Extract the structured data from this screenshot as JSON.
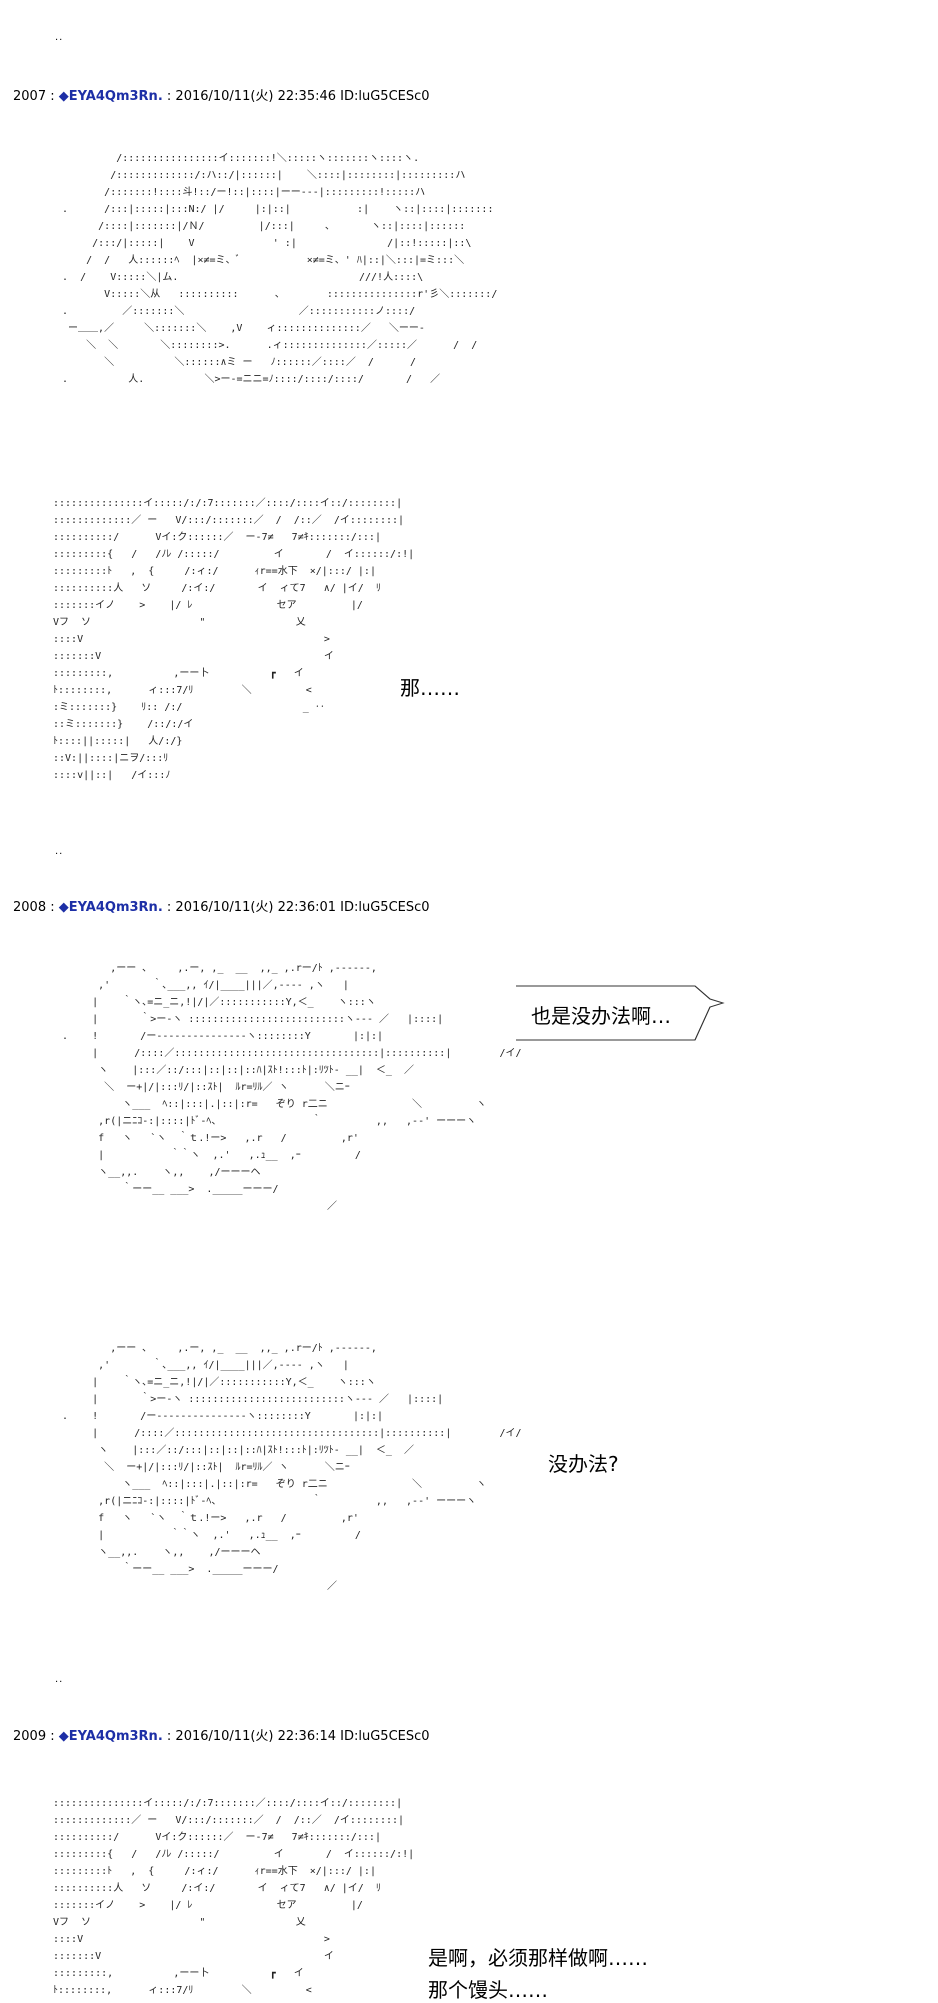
{
  "posts": [
    {
      "number": "2007",
      "sep": " : ",
      "trip": "EYA4Qm3Rn.",
      "sep2": " : ",
      "datetime": "2016/10/11(火) 22:35:46",
      "id": "ID:luG5CESc0"
    },
    {
      "number": "2008",
      "sep": " : ",
      "trip": "EYA4Qm3Rn.",
      "sep2": " : ",
      "datetime": "2016/10/11(火) 22:36:01",
      "id": "ID:luG5CESc0"
    },
    {
      "number": "2009",
      "sep": " : ",
      "trip": "EYA4Qm3Rn.",
      "sep2": " : ",
      "datetime": "2016/10/11(火) 22:36:14",
      "id": "ID:luG5CESc0"
    }
  ],
  "diamond": "◆",
  "dots": "..",
  "speech": {
    "that": "那……",
    "no_choice_bubble": "也是没办法啊…",
    "no_choice_q": "没办法?",
    "yes_line1": "是啊，必须那样做啊……",
    "yes_line2": "那个馒头……"
  },
  "aa": {
    "girl_face": "           /::::::::::::::::イ:::::::!＼:::::ヽ:::::::ヽ::::ヽ.\n          /:::::::::::::/:ハ::/|::::::|    ＼::::|::::::::|:::::::::ハ\n         /:::::::!::::斗!::/ー!::|::::|ーー‐‐-|:::::::::!:::::ハ\n  .      /:::|:::::|:::Ν:/ |/     |:|::|           :|    ヽ::|::::|:::::::\n        /::::|:::::::|/Ｎ/         |/:::|     、      ヽ::|::::|::::::\n       /:::/|:::::|    V             ' :|               /|::!:::::|::\\\n      /  /   人::::::ﾍ  |×≠=ミ、ﾞ           ×≠=ミ、' ﾊ|::|＼:::|=ミ:::＼\n  .  /    V:::::＼|ム.                              ///!人::::\\\n         V:::::＼从   ::::::::::      、       :::::::::::::::r'彡＼:::::::/\n  .         ／:::::::＼                   ／:::::::::::ノ::::/\n   ー＿＿,／     ＼:::::::＼    ,V    ィ::::::::::::::／   ＼ーー‐\n      ＼  ＼       ＼::::::::>.      .ィ::::::::::::::／:::::／      /  /\n         ＼          ＼::::::∧ミ ー   ﾉ::::::／::::／  /      /\n  .          人.          ＼>ー‐=ニニ=ﾉ::::/::::/::::/       /   ／",
    "boy_a": ":::::::::::::::イ:::::/:/:7:::::::／::::/::::イ::/::::::::|\n:::::::::::::／ ー   V/:::/:::::::／  /  /::／  /イ::::::::|\n::::::::::/      Vイ:ク::::::／  ー‐7≠   7≠ｷ:::::::/:::|\n:::::::::{   /   /ﾉﾚ /:::::/         イ       /  イ::::::/:!|\n:::::::::ﾄ   ,  {     /:ィ:/      ｨr==水下  ×/|:::/ |:|\n::::::::::人   ソ     /:イ:/       イ  ィて7   ∧/ |イ/  ﾘ\n:::::::イノ    >    |/ ﾚ              セア         |/\nVフ  ソ                  \"               乂\n::::V                                        >\n:::::::V                                     イ\n:::::::::,          ,ーー卜          ┏   イ\nﾄ::::::::,      ィ:::7/ﾘ        ＼         <\n:ミ:::::::}    ﾘ:: /:/                    _ ‥\n::ミ:::::::}    /::/:/イ\nﾄ::::||:::::|   人/:/}\n::V:||::::|ニヲ/:::ﾘ\n::::v||::|   /イ:::ﾉ",
    "hug_a": "          ,ーー ､     ,.ー, ,_  __  ,,_ ,.rー/ﾄ ,‐‐‐‐‐‐,\n        ,'       ｀､___,, ｲ/|____|||／,‐‐‐‐ ,ヽ   |\n       |    ｀ヽ､=ニ_ニ,!|/|／:::::::::::Y,＜_    ヽ:::ヽ\n       |       ｀>ー‐ヽ ::::::::::::::::::::::::::ヽ‐‐‐ ／   |::::|\n  .    !       /ー‐‐‐‐‐‐‐‐‐‐‐‐‐‐‐ヽ::::::::Y       |:|:|\n       |      /::::／::::::::::::::::::::::::::::::::::|::::::::::|        /イ/\n        ヽ    |:::／::/:::|::|::|::ﾊ|ｽﾄ!:::ﾄ|:ﾘﾂﾄ- __|  ＜_  ／\n         ＼  ー+|/|:::ﾘ/|::ｽﾄ|  ﾙr=ﾘﾙ／ ヽ      ＼ニｰ\n            ヽ___  ﾍ::|:::|.|::|:r=   ぞり r二ニ              ＼         ヽ\n        ,r(|ニﾆｺ‐:|::::|ﾄﾞ‐ﾍ、               ｀         ,,   ,‐‐' ーーーヽ\n        f   ヽ   `ヽ  ｀ｔ.!ー>   ,.r   /         ,r'\n        |           ｀｀ヽ  ,.'   ,.ｭ__  ,ｰ         /\n        ヽ__,,.    ヽ,,    ,/ーーーヘ\n            ｀ーー__ ___>  ._____ーーー/\n                                              ／",
    "hug_b": "          ,ーー ､     ,.ー, ,_  __  ,,_ ,.rー/ﾄ ,‐‐‐‐‐‐,\n        ,'       ｀､___,, ｲ/|____|||／,‐‐‐‐ ,ヽ   |\n       |    ｀ヽ､=ニ_ニ,!|/|／:::::::::::Y,＜_    ヽ:::ヽ\n       |       ｀>ー‐ヽ ::::::::::::::::::::::::::ヽ‐‐‐ ／   |::::|\n  .    !       /ー‐‐‐‐‐‐‐‐‐‐‐‐‐‐‐ヽ::::::::Y       |:|:|\n       |      /::::／::::::::::::::::::::::::::::::::::|::::::::::|        /イ/\n        ヽ    |:::／::/:::|::|::|::ﾊ|ｽﾄ!:::ﾄ|:ﾘﾂﾄ- __|  ＜_  ／\n         ＼  ー+|/|:::ﾘ/|::ｽﾄ|  ﾙr=ﾘﾙ／ ヽ      ＼ニｰ\n            ヽ___  ﾍ::|:::|.|::|:r=   ぞり r二ニ              ＼         ヽ\n        ,r(|ニﾆｺ‐:|::::|ﾄﾞ‐ﾍ、               ｀         ,,   ,‐‐' ーーーヽ\n        f   ヽ   `ヽ  ｀ｔ.!ー>   ,.r   /         ,r'\n        |           ｀｀ヽ  ,.'   ,.ｭ__  ,ｰ         /\n        ヽ__,,.    ヽ,,    ,/ーーーヘ\n            ｀ーー__ ___>  ._____ーーー/\n                                              ／",
    "boy_b": ":::::::::::::::イ:::::/:/:7:::::::／::::/::::イ::/::::::::|\n:::::::::::::／ ー   V/:::/:::::::／  /  /::／  /イ::::::::|\n::::::::::/      Vイ:ク::::::／  ー‐7≠   7≠ｷ:::::::/:::|\n:::::::::{   /   /ﾉﾚ /:::::/         イ       /  イ::::::/:!|\n:::::::::ﾄ   ,  {     /:ィ:/      ｨr==水下  ×/|:::/ |:|\n::::::::::人   ソ     /:イ:/       イ  ィて7   ∧/ |イ/  ﾘ\n:::::::イノ    >    |/ ﾚ              セア         |/\nVフ  ソ                  \"               乂\n::::V                                        >\n:::::::V                                     イ\n:::::::::,          ,ーー卜          ┏   イ\nﾄ::::::::,      ィ:::7/ﾘ        ＼         <"
  }
}
